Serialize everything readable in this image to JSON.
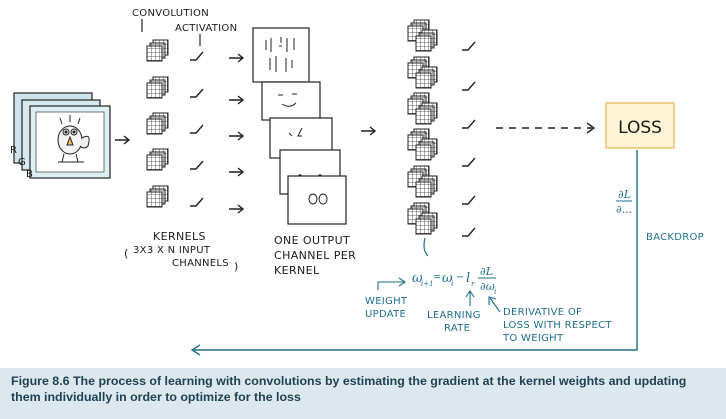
{
  "labels": {
    "convolution": "CONVOLUTION",
    "activation": "ACTIVATION",
    "channel_r": "R",
    "channel_g": "G",
    "channel_b": "B",
    "kernels": "KERNELS",
    "kernels_detail_1": "3X3 X N INPUT",
    "kernels_detail_2": "CHANNELS",
    "output_1": "ONE OUTPUT",
    "output_2": "CHANNEL PER",
    "output_3": "KERNEL",
    "loss": "LOSS",
    "backdrop": "BACKDROP",
    "weight_update_1": "WEIGHT",
    "weight_update_2": "UPDATE",
    "learning_rate_1": "LEARNING",
    "learning_rate_2": "RATE",
    "derivative_1": "DERIVATIVE OF",
    "derivative_2": "LOSS WITH RESPECT",
    "derivative_3": "TO WEIGHT"
  },
  "math": {
    "grad_numerator": "∂L",
    "grad_denominator": "∂...",
    "w_new": "ω",
    "w_new_sub": "i+1",
    "equals": "=",
    "w_old": "ω",
    "w_old_sub": "i",
    "minus": "−",
    "lr": "l",
    "lr_sub": "r",
    "deriv_num": "∂L",
    "deriv_den": "∂ω",
    "deriv_den_sub": "i"
  },
  "caption": "Figure 8.6   The process of learning with convolutions by estimating the gradient at the kernel weights and updating them individually in order to optimize for the loss",
  "colors": {
    "ink": "#1a1a1a",
    "teal": "#1e6f8c",
    "loss_box": "#fdf3d6",
    "loss_border": "#e9c46a",
    "image_bg": "#cfe3ec",
    "caption_bg": "#dde8ee",
    "caption_text": "#1f4254"
  }
}
